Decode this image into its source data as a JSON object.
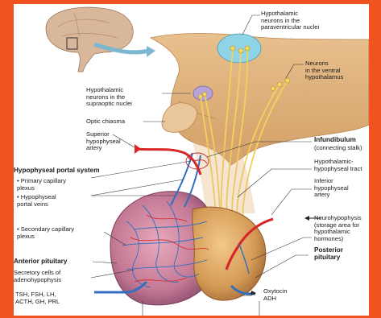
{
  "labels": {
    "paraventricular": "Hypothalamic\nneurons in the\nparaventricular nuclei",
    "ventral": "Neurons\nin the ventral\nhypothalamus",
    "supraoptic": "Hypothalamic\nneurons in the\nsupraoptic nuclei",
    "optic_chiasma": "Optic chiasma",
    "superior_artery": "Superior\nhypophyseal\nartery",
    "infundibulum_title": "Infundibulum",
    "infundibulum_sub": "(connecting stalk)",
    "tract": "Hypothalamic-\nhypophyseal tract",
    "inferior_artery": "Inferior\nhypophyseal\nartery",
    "portal_system": "Hypophyseal portal system",
    "primary_plexus": "• Primary capillary\n   plexus",
    "portal_veins": "• Hypophyseal\n   portal veins",
    "secondary_plexus": "• Secondary capillary\n   plexus",
    "neurohypophysis": "Neurohypophysis\n(storage area for\nhypothalamic\nhormones)",
    "posterior_pituitary": "Posterior\npituitary",
    "anterior_pituitary": "Anterior pituitary",
    "secretory_cells": "Secretory cells of\nadenohypophysis",
    "anterior_hormones": "TSH, FSH, LH,\nACTH, GH, PRL",
    "posterior_hormones": "Oxytocin\nADH"
  },
  "colors": {
    "frame": "#f0531f",
    "anterior_tissue": "#c9809a",
    "posterior_tissue": "#d9a05a",
    "hypothalamus": "#e3b882",
    "artery": "#d8262b",
    "vein": "#2f6fc0",
    "nerve": "#f2d25c",
    "nucleus_highlight": "#8fd3e6"
  },
  "icons": [
    "brain-thumbnail-icon",
    "zoom-arrow-icon"
  ]
}
